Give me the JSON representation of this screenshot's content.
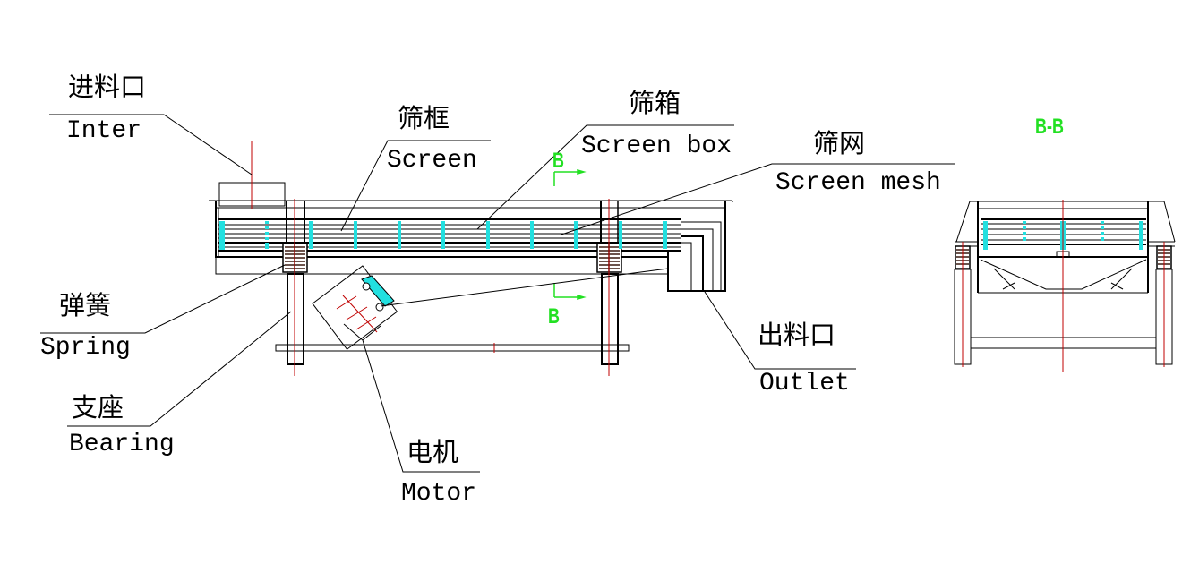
{
  "diagram": {
    "title": "Linear vibrating screen structure",
    "colors": {
      "outline": "#000000",
      "centerline": "#c00000",
      "mesh_support": "#22e0e0",
      "section_marker": "#22e022"
    },
    "labels": [
      {
        "id": "inlet",
        "zh": "进料口",
        "en": "Inter"
      },
      {
        "id": "screen",
        "zh": "筛框",
        "en": "Screen"
      },
      {
        "id": "screen-box",
        "zh": "筛箱",
        "en": "Screen box"
      },
      {
        "id": "screen-mesh",
        "zh": "筛网",
        "en": "Screen mesh"
      },
      {
        "id": "spring",
        "zh": "弹簧",
        "en": "Spring"
      },
      {
        "id": "bearing",
        "zh": "支座",
        "en": "Bearing"
      },
      {
        "id": "motor",
        "zh": "电机",
        "en": "Motor"
      },
      {
        "id": "outlet",
        "zh": "出料口",
        "en": "Outlet"
      }
    ],
    "section_markers": {
      "top": "B",
      "bottom": "B",
      "section_view_title": "B-B"
    }
  }
}
